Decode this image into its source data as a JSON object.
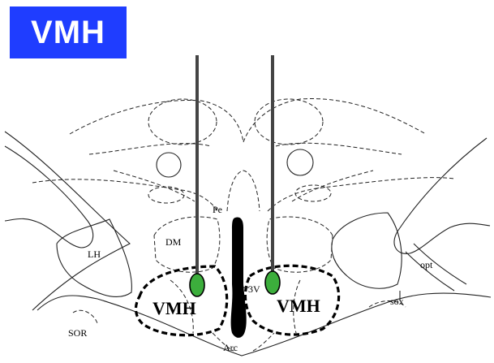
{
  "title": "VMH",
  "labels": {
    "lh": "LH",
    "dm": "DM",
    "pe": "Pe",
    "v3": "3V",
    "arc": "Arc",
    "vmh_left": "VMH",
    "vmh_right": "VMH",
    "opt": "opt",
    "sox": "sox",
    "sor": "SOR"
  },
  "colors": {
    "title_bg": "#1f3dff",
    "injection_site": "#3cae3c",
    "probe": "#444444",
    "ventricle": "#000000"
  }
}
